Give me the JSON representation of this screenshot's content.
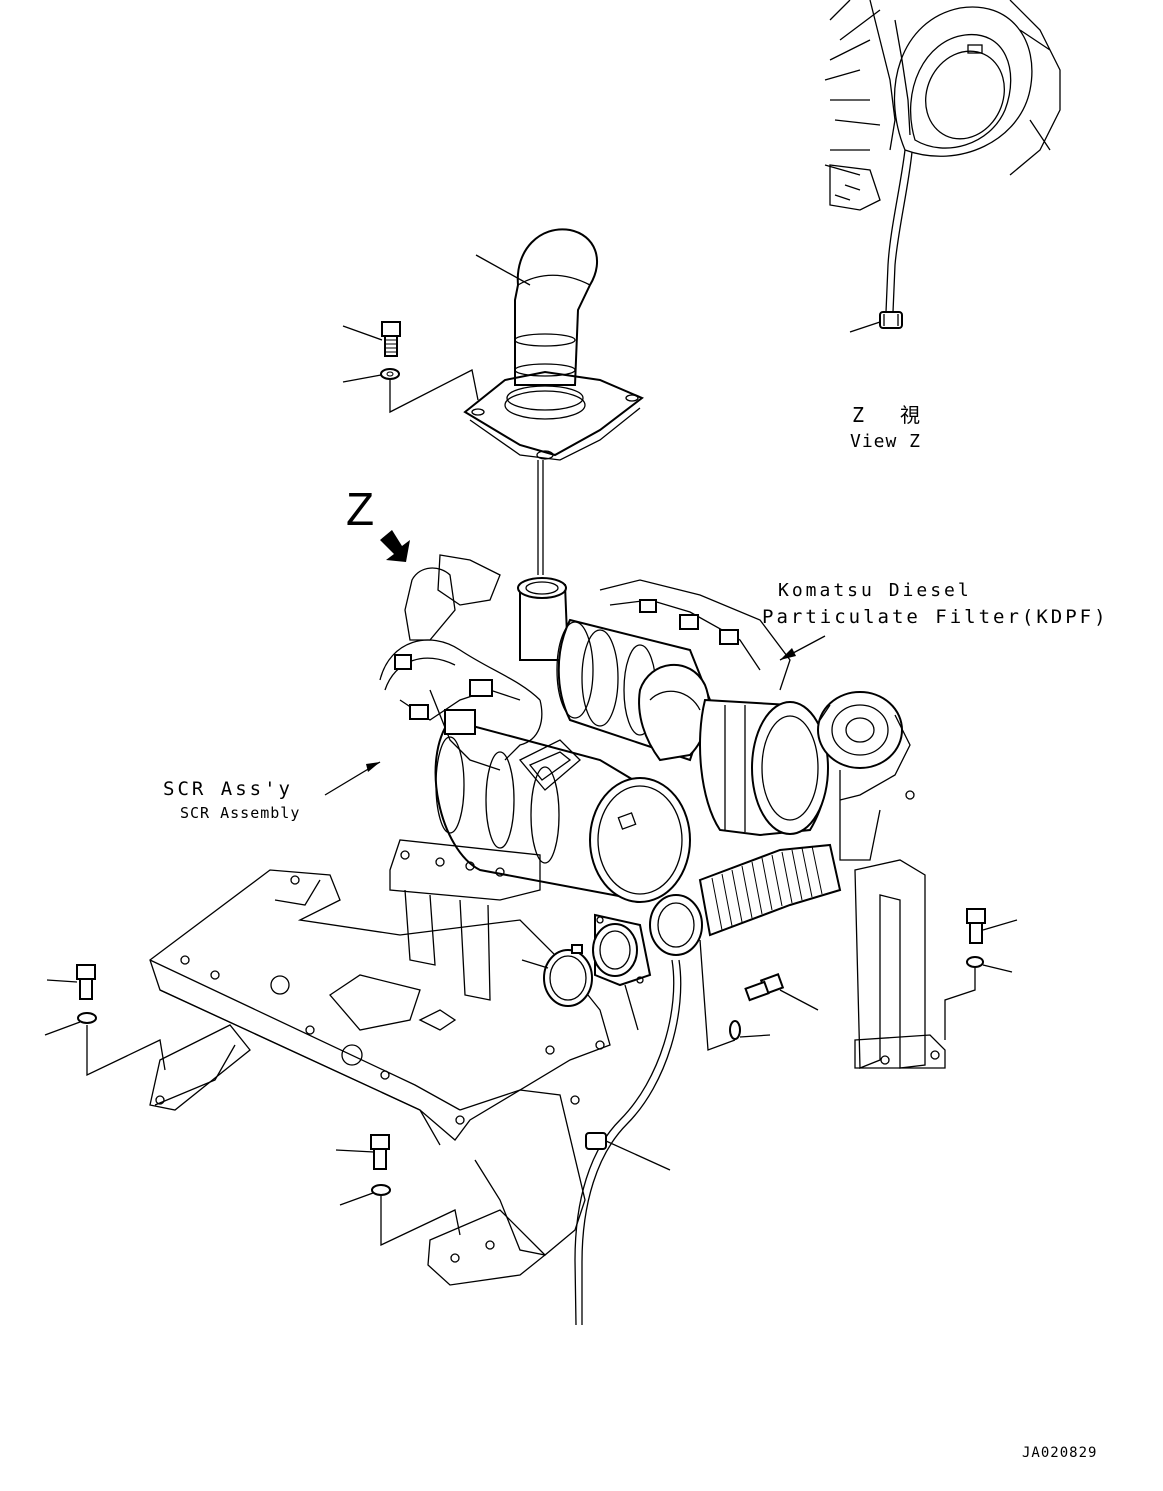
{
  "labels": {
    "view_z_jp": "Z　視",
    "view_z_en": "View Z",
    "z_arrow": "Z",
    "kdpf_line1": "Komatsu Diesel",
    "kdpf_line2": "Particulate Filter(KDPF)",
    "scr_line1": "SCR Ass'y",
    "scr_line2": "SCR Assembly",
    "drawing_id": "JA020829"
  }
}
